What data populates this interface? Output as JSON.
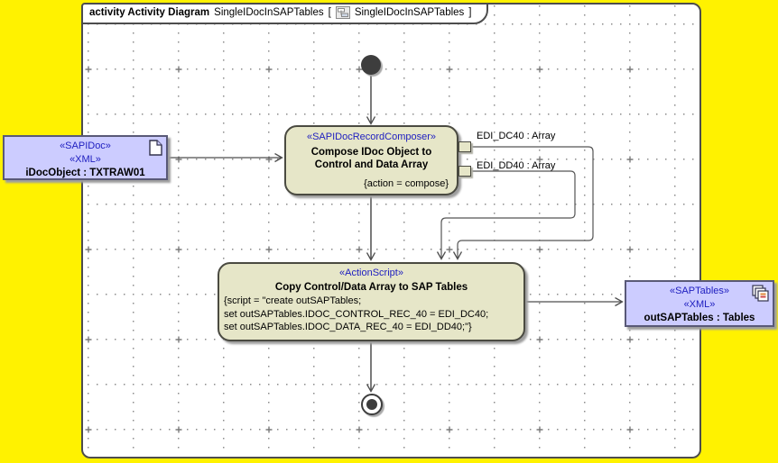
{
  "diagram": {
    "frame_title": {
      "keyword": "activity Activity Diagram",
      "name": "SingleIDocInSAPTables",
      "bracket_open": "[",
      "bracket_name": "SingleIDocInSAPTables",
      "bracket_close": "]"
    },
    "colors": {
      "canvas_background": "#FFF200",
      "frame_fill": "#FFFFFF",
      "action_node_fill": "#E6E6C8",
      "object_node_fill": "#CCCCFF",
      "stereotype_text": "#2020C0",
      "edge": "#4d4d4d"
    },
    "nodes": {
      "idoc_object": {
        "stereotype1": "«SAPIDoc»",
        "stereotype2": "«XML»",
        "name": "iDocObject : TXTRAW01",
        "icon": "document-icon"
      },
      "composer": {
        "stereotype": "«SAPIDocRecordComposer»",
        "name_line1": "Compose IDoc Object to",
        "name_line2": "Control and Data Array",
        "constraint": "{action = compose}"
      },
      "copy_action": {
        "stereotype": "«ActionScript»",
        "name": "Copy Control/Data Array to SAP Tables",
        "script_lines": [
          "{script = \"create outSAPTables;",
          "set outSAPTables.IDOC_CONTROL_REC_40 = EDI_DC40;",
          "set outSAPTables.IDOC_DATA_REC_40 = EDI_DD40;\"}"
        ]
      },
      "out_sap_tables": {
        "stereotype1": "«SAPTables»",
        "stereotype2": "«XML»",
        "name": "outSAPTables : Tables",
        "icon": "copies-icon"
      }
    },
    "pins": [
      {
        "label": "EDI_DC40 : Array"
      },
      {
        "label": "EDI_DD40 : Array"
      }
    ],
    "control_nodes": {
      "initial": "initial-node",
      "final": "activity-final-node"
    }
  }
}
